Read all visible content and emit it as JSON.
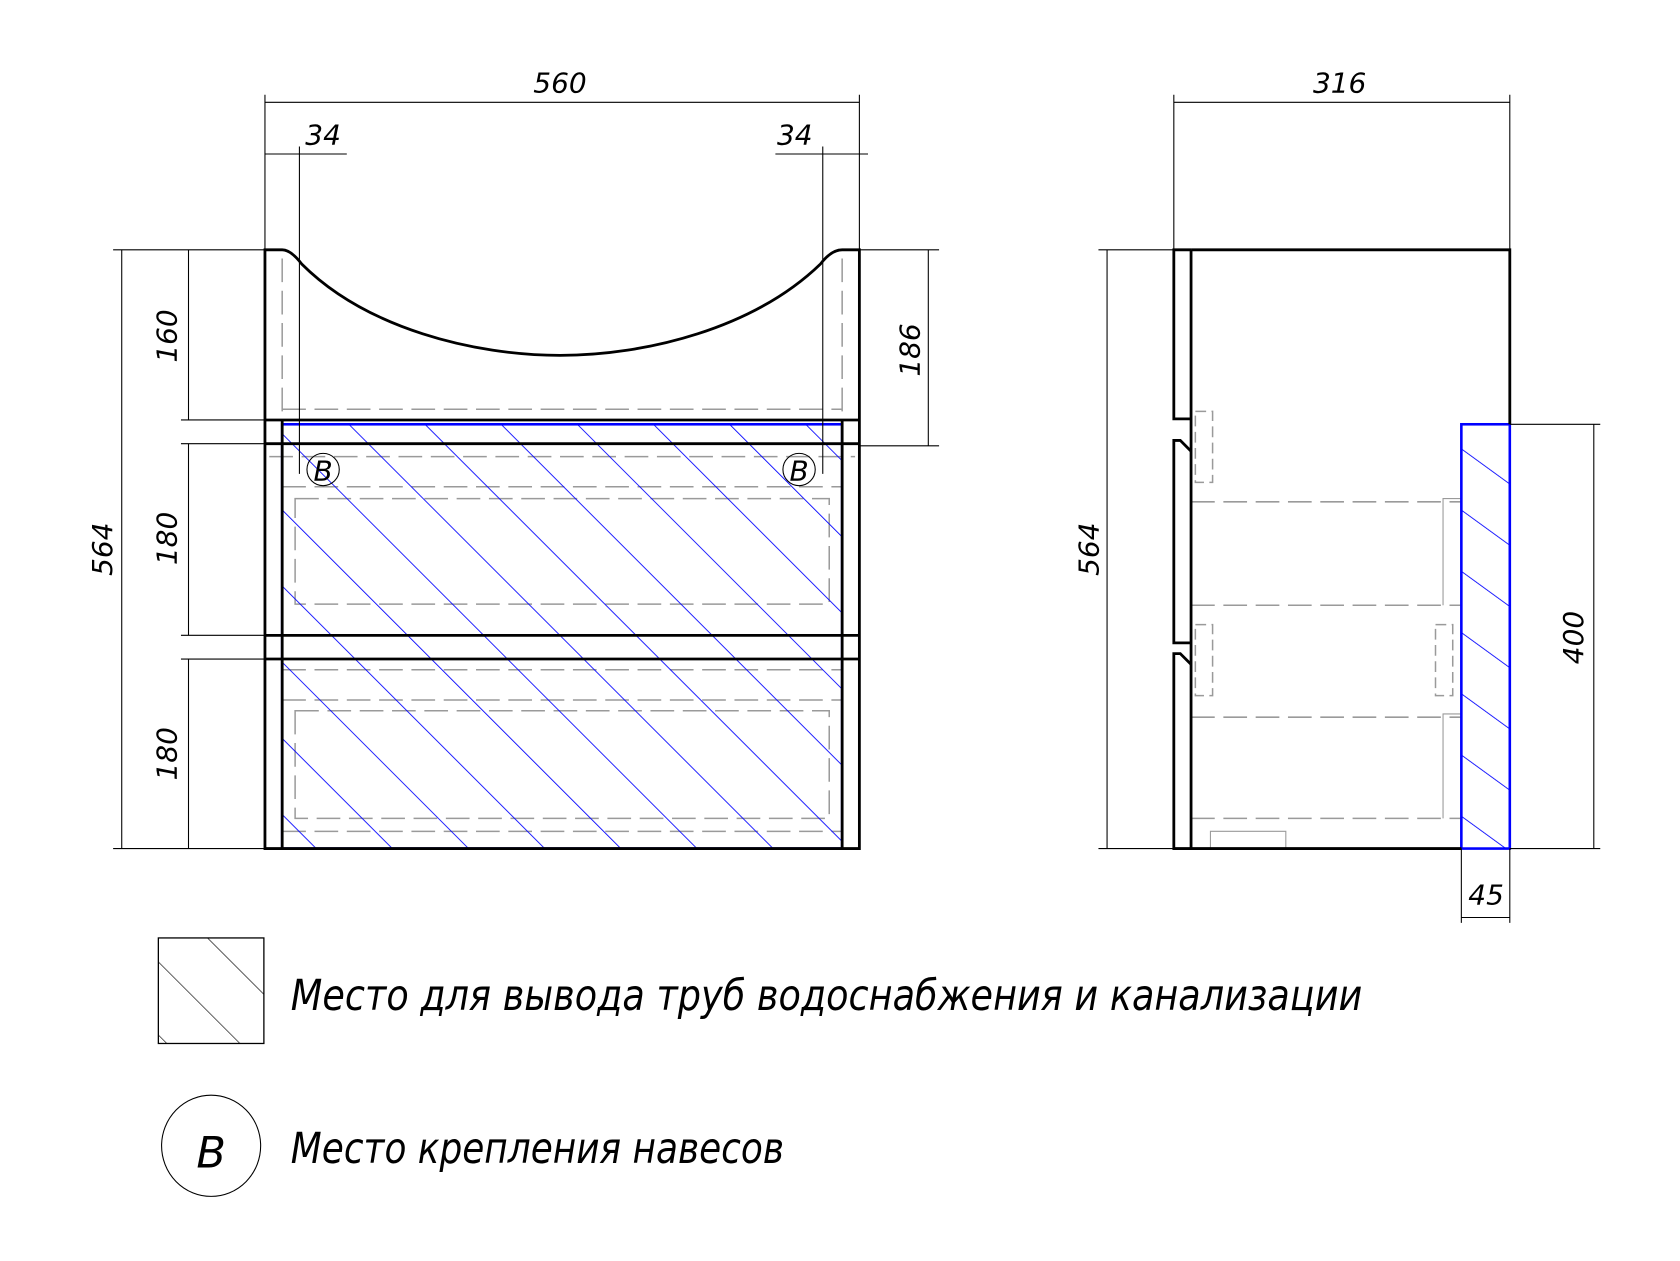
{
  "front_view": {
    "width": "560",
    "inset_left": "34",
    "inset_right": "34",
    "height": "564",
    "top_section": "160",
    "drawer_1": "180",
    "drawer_2": "180",
    "basin_depth": "186",
    "marker_left": "B",
    "marker_right": "B"
  },
  "side_view": {
    "depth": "316",
    "height": "564",
    "pipe_zone_height": "400",
    "pipe_zone_depth": "45"
  },
  "legend": {
    "hatch_label": "Место для вывода труб водоснабжения и канализации",
    "marker_symbol": "B",
    "marker_label": "Место крепления навесов"
  },
  "colors": {
    "pipe_zone": "#0000ff",
    "line": "#000000",
    "hidden": "#9a9a9a"
  }
}
